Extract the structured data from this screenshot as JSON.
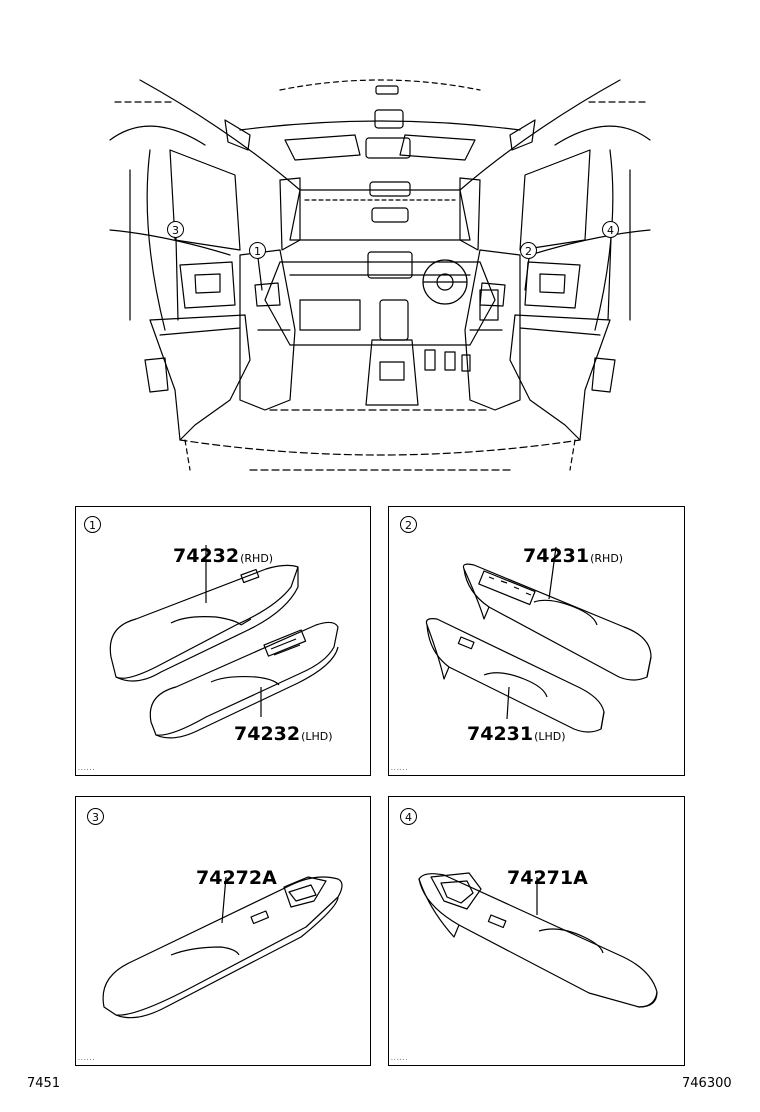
{
  "overview": {
    "callouts": [
      "3",
      "1",
      "2",
      "4"
    ]
  },
  "panels": [
    {
      "callout": "1",
      "parts": [
        {
          "number": "74232",
          "suffix": "(RHD)"
        },
        {
          "number": "74232",
          "suffix": "(LHD)"
        }
      ]
    },
    {
      "callout": "2",
      "parts": [
        {
          "number": "74231",
          "suffix": "(RHD)"
        },
        {
          "number": "74231",
          "suffix": "(LHD)"
        }
      ]
    },
    {
      "callout": "3",
      "parts": [
        {
          "number": "74272A",
          "suffix": ""
        }
      ]
    },
    {
      "callout": "4",
      "parts": [
        {
          "number": "74271A",
          "suffix": ""
        }
      ]
    }
  ],
  "footer": {
    "left_code": "7451",
    "right_code": "746300"
  }
}
